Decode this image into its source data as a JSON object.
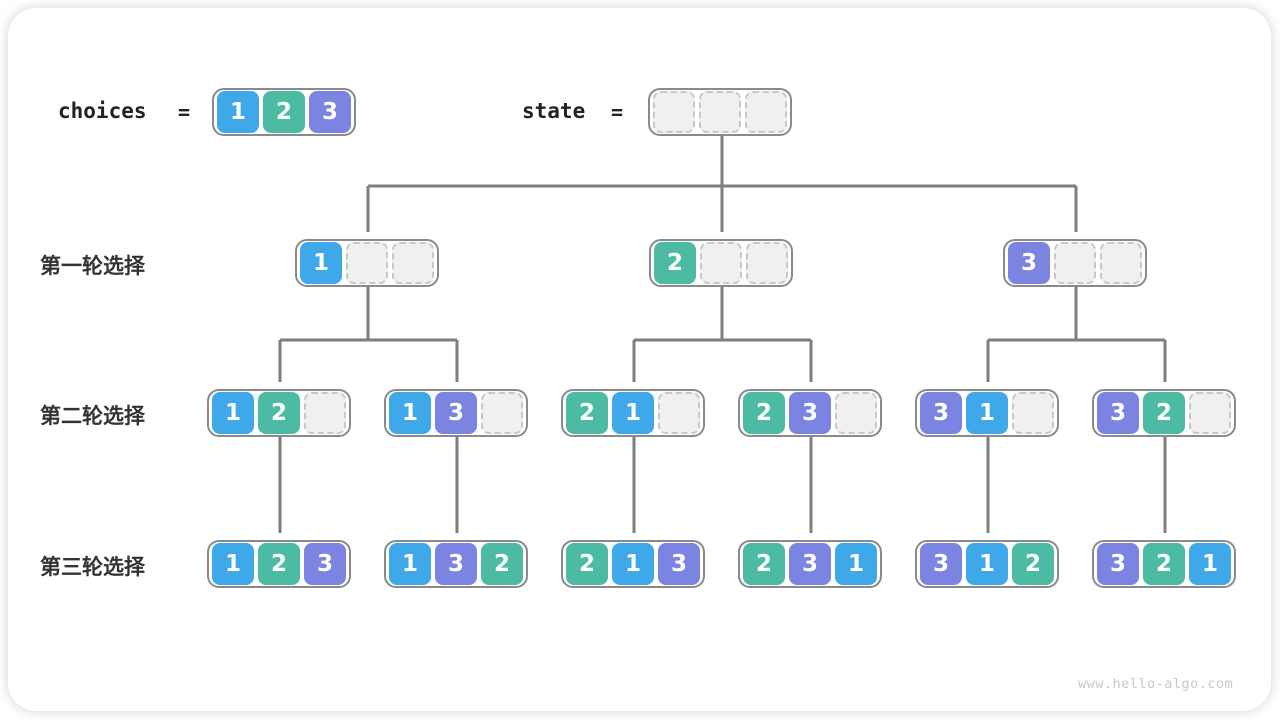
{
  "top": {
    "choices_label": "choices",
    "state_label": "state",
    "equals": "=",
    "choices": [
      1,
      2,
      3
    ],
    "state": [
      "",
      "",
      ""
    ]
  },
  "rows": [
    {
      "label": "第一轮选择",
      "boxes": [
        [
          1,
          "",
          ""
        ],
        [
          2,
          "",
          ""
        ],
        [
          3,
          "",
          ""
        ]
      ]
    },
    {
      "label": "第二轮选择",
      "boxes": [
        [
          1,
          2,
          ""
        ],
        [
          1,
          3,
          ""
        ],
        [
          2,
          1,
          ""
        ],
        [
          2,
          3,
          ""
        ],
        [
          3,
          1,
          ""
        ],
        [
          3,
          2,
          ""
        ]
      ]
    },
    {
      "label": "第三轮选择",
      "boxes": [
        [
          1,
          2,
          3
        ],
        [
          1,
          3,
          2
        ],
        [
          2,
          1,
          3
        ],
        [
          2,
          3,
          1
        ],
        [
          3,
          1,
          2
        ],
        [
          3,
          2,
          1
        ]
      ]
    }
  ],
  "colors": {
    "1": "#3FA8E8",
    "2": "#4DBBA4",
    "3": "#7B84E0",
    "empty_bg": "#F0F0F0",
    "empty_border": "#C8C8C8",
    "box_border": "#8A8A8A",
    "arrow": "#7E7E7E",
    "label_text": "#333333"
  },
  "footer": "www.hello-algo.com"
}
